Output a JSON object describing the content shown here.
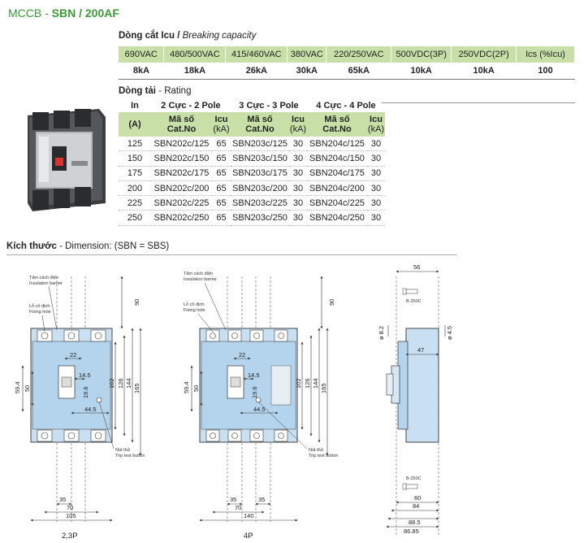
{
  "title": {
    "prefix": "MCCB - ",
    "model": "SBN / 200AF"
  },
  "breaking_capacity": {
    "heading_vi": "Dòng cắt Icu / ",
    "heading_en": "Breaking capacity",
    "headers": [
      "690VAC",
      "480/500VAC",
      "415/460VAC",
      "380VAC",
      "220/250VAC",
      "500VDC(3P)",
      "250VDC(2P)",
      "Ics (%Icu)"
    ],
    "values": [
      "8kA",
      "18kA",
      "26kA",
      "30kA",
      "65kA",
      "10kA",
      "10kA",
      "100"
    ]
  },
  "rating": {
    "heading_vi": "Dòng tải",
    "heading_en": " - Rating",
    "in_label": "In",
    "in_unit": "(A)",
    "groups": [
      "2 Cực - 2 Pole",
      "3 Cực - 3 Pole",
      "4 Cực - 4 Pole"
    ],
    "catno_label_vi": "Mã số",
    "catno_label_en": "Cat.No",
    "icu_label": "Icu",
    "icu_unit": "(kA)",
    "rows": [
      [
        "125",
        "SBN202c/125",
        "65",
        "SBN203c/125",
        "30",
        "SBN204c/125",
        "30"
      ],
      [
        "150",
        "SBN202c/150",
        "65",
        "SBN203c/150",
        "30",
        "SBN204c/150",
        "30"
      ],
      [
        "175",
        "SBN202c/175",
        "65",
        "SBN203c/175",
        "30",
        "SBN204c/175",
        "30"
      ],
      [
        "200",
        "SBN202c/200",
        "65",
        "SBN203c/200",
        "30",
        "SBN204c/200",
        "30"
      ],
      [
        "225",
        "SBN202c/225",
        "65",
        "SBN203c/225",
        "30",
        "SBN204c/225",
        "30"
      ],
      [
        "250",
        "SBN202c/250",
        "65",
        "SBN203c/250",
        "30",
        "SBN204c/250",
        "30"
      ]
    ]
  },
  "dimension": {
    "heading_vi": "Kích thước",
    "heading_en": " - Dimension: (SBN = SBS)",
    "insulation_barrier_vi": "Tấm cách điện",
    "insulation_barrier_en": "Insulation barrier",
    "fixing_hole_vi": "Lỗ cố định",
    "fixing_hole_en": "Fixing hole",
    "trip_test_vi": "Nút thử",
    "trip_test_en": "Trip test button",
    "view_3p_label": "2,3P",
    "view_4p_label": "4P",
    "front": {
      "d90": "90",
      "d22": "22",
      "d14_5": "14.5",
      "d19_6": "19.6",
      "d44_5": "44.5",
      "d59_4": "59.4",
      "d50": "50",
      "d102": "102",
      "d126": "126",
      "d144": "144",
      "d165": "165",
      "d35": "35",
      "d70": "70",
      "d105": "105",
      "d140": "140"
    },
    "side": {
      "d56": "56",
      "d47": "47",
      "d60": "60",
      "d84": "84",
      "d88_5": "88.5",
      "d86_85": "86.85",
      "d8_2": "ø 8.2",
      "d4_5": "ø 4.5",
      "b250c_top": "B-250C",
      "b250c_bottom": "B-250C"
    }
  }
}
